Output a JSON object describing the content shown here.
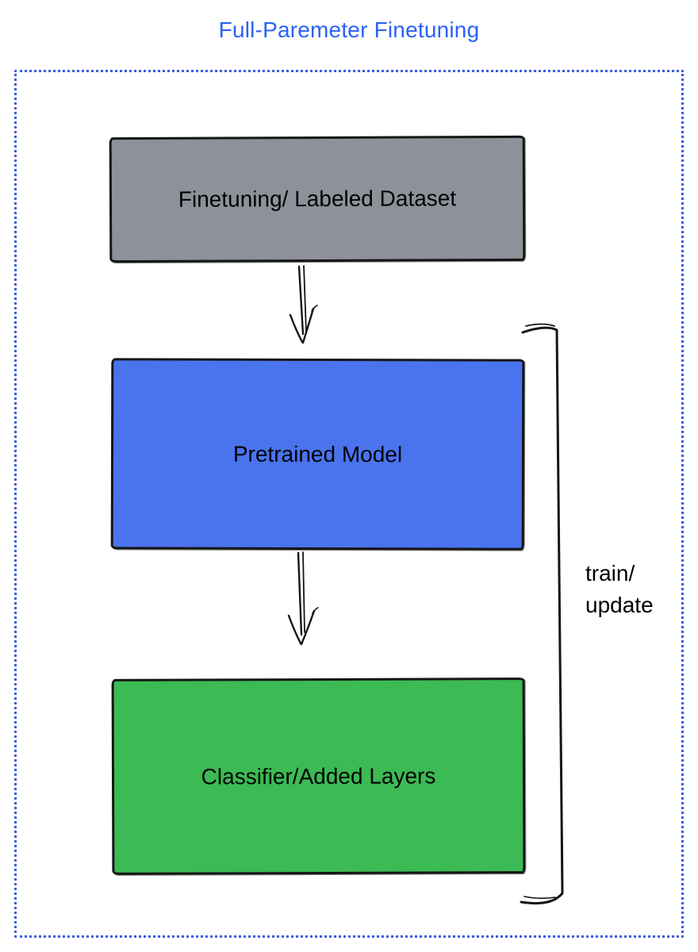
{
  "title": "Full-Paremeter Finetuning",
  "boxes": {
    "dataset": {
      "label": "Finetuning/ Labeled Dataset",
      "fill": "#8d9199"
    },
    "pretrained": {
      "label": "Pretrained Model",
      "fill": "#4a73ee"
    },
    "classifier": {
      "label": "Classifier/Added Layers",
      "fill": "#3cba54"
    }
  },
  "bracket_label": {
    "line1": "train/",
    "line2": "update"
  },
  "colors": {
    "title_text": "#2a62f5",
    "boundary_border": "#3c5ce0",
    "box_border": "#161616",
    "connector_stroke": "#161616",
    "label_text": "#000000"
  }
}
